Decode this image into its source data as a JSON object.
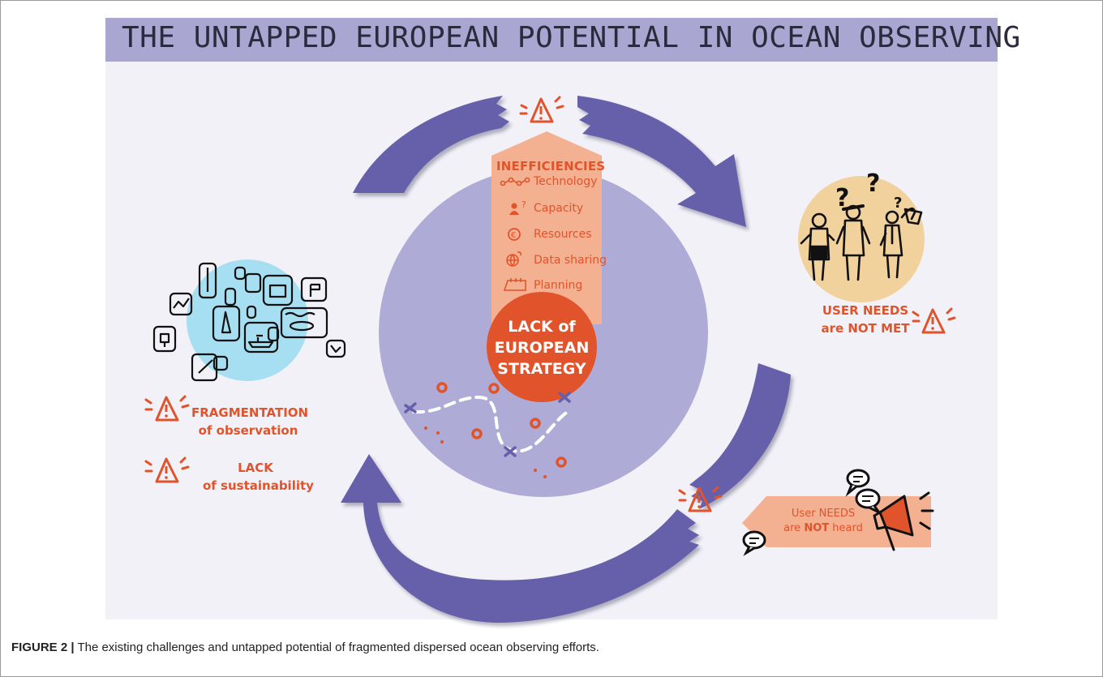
{
  "title": "THE UNTAPPED EUROPEAN POTENTIAL IN OCEAN OBSERVING",
  "inefficiencies": {
    "heading": "INEFFICIENCIES",
    "items": [
      {
        "label": "Technology",
        "icon": "network-icon"
      },
      {
        "label": "Capacity",
        "icon": "person-question-icon"
      },
      {
        "label": "Resources",
        "icon": "euro-icon"
      },
      {
        "label": "Data sharing",
        "icon": "globe-icon"
      },
      {
        "label": "Planning",
        "icon": "calendar-icon"
      }
    ]
  },
  "center": {
    "line1": "LACK of",
    "line2": "EUROPEAN",
    "line3": "STRATEGY"
  },
  "left": {
    "fragmentation_title": "FRAGMENTATION",
    "fragmentation_sub": "of observation",
    "lack_title": "LACK",
    "lack_sub": "of sustainability"
  },
  "right": {
    "user_needs_title": "USER NEEDS",
    "user_needs_sub": "are NOT MET",
    "heard_line1": "User NEEDS",
    "heard_line2_pre": "are ",
    "heard_line2_bold": "NOT",
    "heard_line2_post": " heard"
  },
  "caption": {
    "label": "FIGURE 2 |",
    "text": " The existing challenges and untapped potential of fragmented dispersed ocean observing efforts."
  },
  "colors": {
    "arrow": "#6660ab",
    "big_circle": "#aeacd6",
    "accent": "#e0532b",
    "salmon": "#f4b192",
    "blue_circle": "#a6dff2",
    "tan_circle": "#f1d19c",
    "title_band": "#a9a7d2"
  }
}
